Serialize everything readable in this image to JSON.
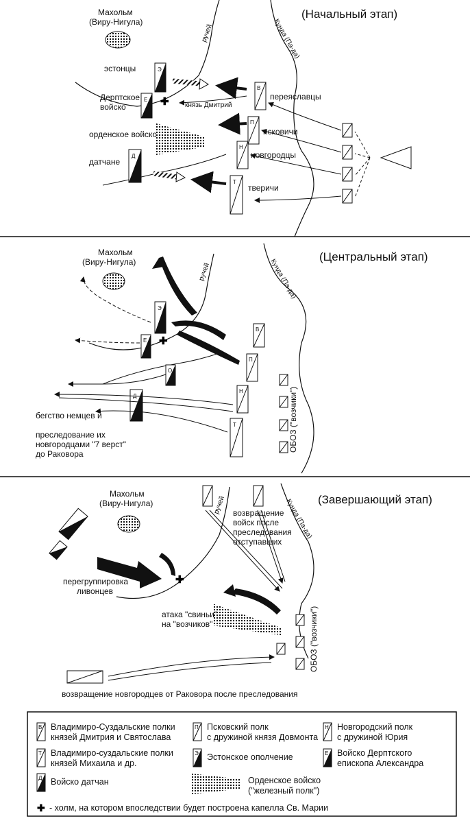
{
  "stages": {
    "initial": {
      "title": "(Начальный этап)"
    },
    "central": {
      "title": "(Центральный этап)"
    },
    "final": {
      "title": "(Завершающий этап)"
    }
  },
  "places": {
    "hill_name_1": "Махольм",
    "hill_name_2": "(Виру-Нигула)",
    "river": "Кунда (Па-да)",
    "stream": "ручей",
    "train": "ОБОЗ (\"возчики\")"
  },
  "initial_labels": {
    "estonians": "эстонцы",
    "dorpat_1": "Дерптское",
    "dorpat_2": "войско",
    "order": "орденское войско",
    "danes": "датчане",
    "pereyaslavl": "переяславцы",
    "pskov": "псковичи",
    "novgorod": "новгородцы",
    "tver": "тверичи",
    "dmitry": "князь Дмитрий"
  },
  "central_labels": {
    "flight_1": "бегство немцев и",
    "flight_2": "преследование их",
    "flight_3": "новгородцами \"7 верст\"",
    "flight_4": "до Раковора"
  },
  "final_labels": {
    "return_1": "возвращение",
    "return_2": "войск после",
    "return_3": "преследования",
    "return_4": "отступавших",
    "regroup_1": "перегруппировка",
    "regroup_2": "ливонцев",
    "pig_1": "атака \"свиньи\"",
    "pig_2": "на \"возчиков\"",
    "novgorod_return": "возвращение новгородцев от Раковора после преследования"
  },
  "unit_letters": {
    "V": "В",
    "P": "П",
    "N": "Н",
    "T": "Т",
    "E": "Э",
    "D": "Д",
    "Ye": "Е",
    "O": "О"
  },
  "legend": {
    "v_1": "Владимиро-Суздальские полки",
    "v_2": "князей Дмитрия и Святослава",
    "p_1": "Псковский полк",
    "p_2": "с дружиной князя Довмонта",
    "n_1": "Новгородский полк",
    "n_2": "с дружиной Юрия",
    "t_1": "Владимиро-суздальские полки",
    "t_2": "князей Михаила и др.",
    "e_1": "Эстонское ополчение",
    "dorp_1": "Войско Дерптского",
    "dorp_2": "епископа Александра",
    "d_1": "Войско датчан",
    "o_1": "Орденское войско",
    "o_2": "(\"железный полк\")",
    "cross": "- холм, на котором впоследствии будет построена капелла Св. Марии"
  },
  "colors": {
    "ink": "#111111",
    "paper": "#ffffff"
  }
}
